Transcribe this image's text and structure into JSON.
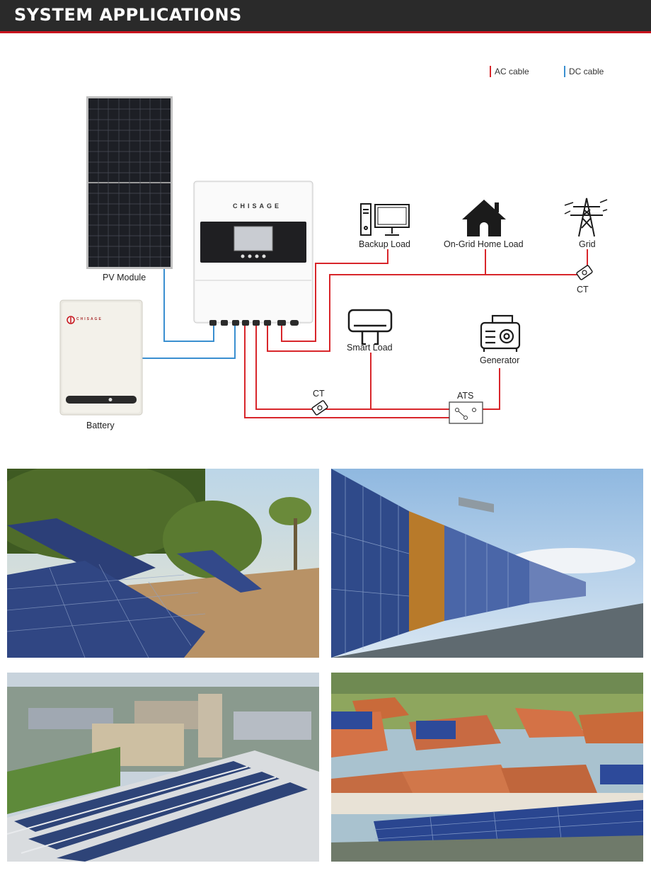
{
  "header": {
    "title": "SYSTEM APPLICATIONS"
  },
  "legend": {
    "ac": "AC cable",
    "dc": "DC cable"
  },
  "colors": {
    "ac": "#d8262b",
    "dc": "#3a8fd0",
    "header_bg": "#2a2a2a",
    "accent": "#c8141e"
  },
  "inverter": {
    "brand": "CHISAGE"
  },
  "battery_brand": "CHISAGE",
  "labels": {
    "pv_module": "PV Module",
    "battery": "Battery",
    "backup_load": "Backup Load",
    "on_grid_home_load": "On-Grid Home Load",
    "grid": "Grid",
    "ct_grid": "CT",
    "smart_load": "Smart Load",
    "generator": "Generator",
    "ct_bottom": "CT",
    "ats": "ATS"
  },
  "photos": [
    {
      "subject": "ground-mounted solar panels"
    },
    {
      "subject": "building facade with solar panels"
    },
    {
      "subject": "industrial rooftop solar"
    },
    {
      "subject": "residential rooftop solar"
    }
  ]
}
